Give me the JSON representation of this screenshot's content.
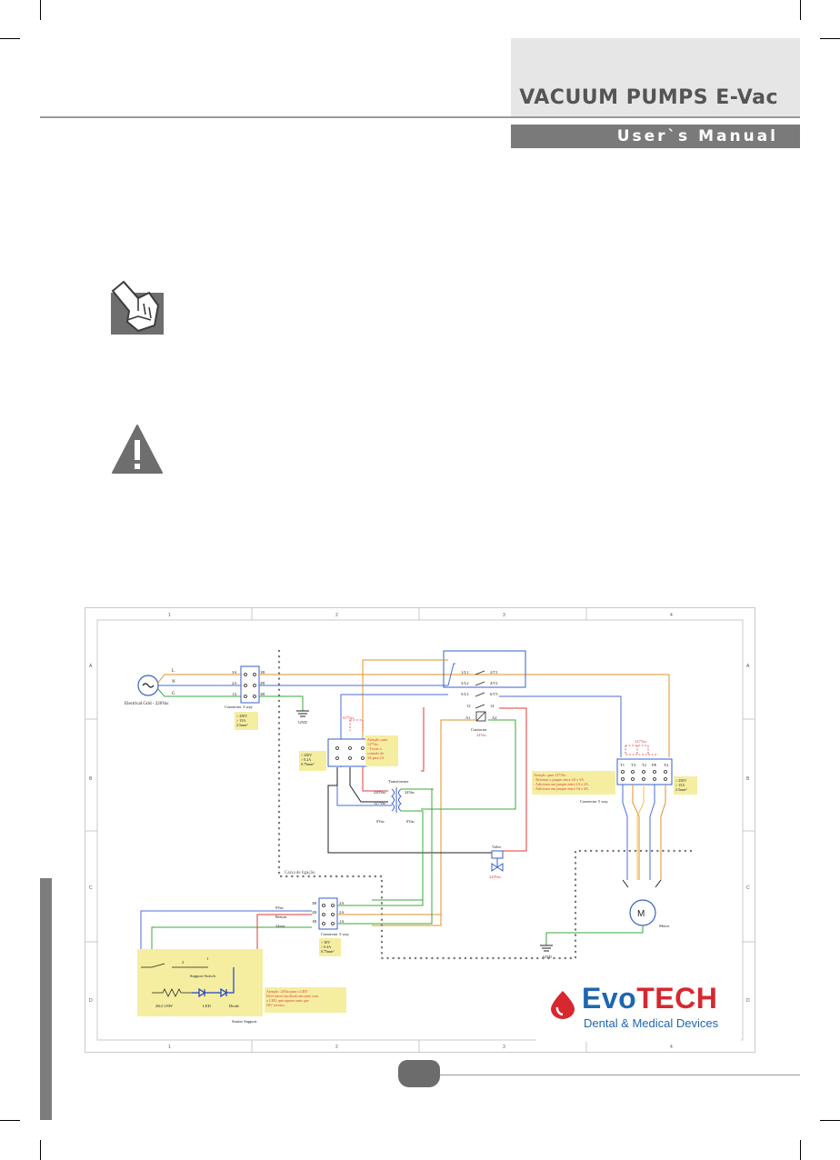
{
  "header": {
    "title": "VACUUM PUMPS E-Vac",
    "subtitle": "User`s Manual"
  },
  "icons": [
    "hand-pointer-icon",
    "warning-icon"
  ],
  "schematic": {
    "grid_cols": [
      "1",
      "2",
      "3",
      "4"
    ],
    "grid_rows": [
      "A",
      "B",
      "C",
      "D"
    ],
    "labels": {
      "grid_source": "Electrical Grid - 220Vac",
      "L": "L",
      "N": "N",
      "G": "G",
      "c1_3A": "3A",
      "c1_2A": "2A",
      "c1_1A": "1A",
      "c1_1B": "1B",
      "c1_2B": "2B",
      "c1_3B": "3B",
      "connector_3way_1": "Connector 3 way",
      "spec1_a": "> 250V",
      "spec1_b": "> 15A",
      "spec1_c": "2.5mm²",
      "gnd1": "GND",
      "v127_top": "127Vac",
      "warn1_a": "Atenção: para",
      "warn1_b": "127Vac:",
      "warn1_c": "- Trocar a",
      "warn1_d": "conexão de",
      "warn1_e": "3A para 2A.",
      "spec2_a": "> 250V",
      "spec2_b": "> 0.2A",
      "spec2_c": "0.75mm²",
      "connector_3way_2": "Connector 3 way",
      "transformer": "Transformer",
      "t_220": "220Vac",
      "t_127": "127Vac",
      "t_24": "24Vac",
      "t_0a": "0Vac",
      "t_0b": "0Vac",
      "contactor": "Contactor",
      "contactor_v": "24Vac",
      "k_1l1": "1/L1",
      "k_3l2": "3/L2",
      "k_5l3": "5/L3",
      "k_2t1": "2/T1",
      "k_4t2": "4/T2",
      "k_6t3": "6/T3",
      "k_13": "13",
      "k_14": "14",
      "k_a1": "A1",
      "k_a2": "A2",
      "valve": "Valve",
      "valve_v": "220Vac",
      "v127_right": "127Vac",
      "warn2_a": "Atenção: para 127Vac:",
      "warn2_b": "- Retornar o jumper entre 2A e 3A.",
      "warn2_c": "- Adicionar um jumper entre 1A e 2A.",
      "warn2_d": "- Adicionar um jumper entre 5A e 4A.",
      "connector_5way": "Connector 5 way",
      "m_t1": "T1",
      "m_t3": "T3",
      "m_t2": "T2",
      "m_t4": "T4",
      "m_pe": "PE",
      "spec3_a": "> 250V",
      "spec3_b": "> 15A",
      "spec3_c": "2.5mm²",
      "box_label": "Caixa de ligação",
      "motor_m": "M",
      "motor": "Motor",
      "gnd2": "GND",
      "w_0vac": "0Vac",
      "w_return": "Return",
      "w_24vac": "24vac",
      "c3_3B": "3B",
      "c3_2B": "2B",
      "c3_1B": "1B",
      "c3_3A": "3A",
      "c3_2A": "2A",
      "c3_1A": "1A",
      "connector_3way_3": "Connector 3 way",
      "spec4_a": "> 30V",
      "spec4_b": "> 0.4A",
      "spec4_c": "0.75mm²",
      "sw_2": "2",
      "sw_1": "1",
      "support_switch": "Support Switch",
      "resistor": "2K4 1/8W",
      "led": "LED",
      "diode": "Diode",
      "starter_support": "Starter Support",
      "warn3_a": "Atenção: 24Vac para o LED",
      "warn3_b": "Deve haver um diodo em série com",
      "warn3_c": "o LED, que suporte mais que",
      "warn3_d": "50V reverso."
    }
  },
  "logo": {
    "evo": "Evo",
    "tech": "TECH",
    "tagline": "Dental & Medical Devices"
  },
  "colors": {
    "header_bar": "#7a7a7a",
    "header_title": "#555555",
    "logo_blue": "#1f66b0",
    "logo_red": "#d6282f",
    "wire_blue": "#4a6ed9",
    "wire_orange": "#e0902a",
    "wire_red": "#e03a3a",
    "wire_green": "#3aa83a",
    "wire_black": "#222222",
    "note_yellow": "#f5eea0"
  }
}
